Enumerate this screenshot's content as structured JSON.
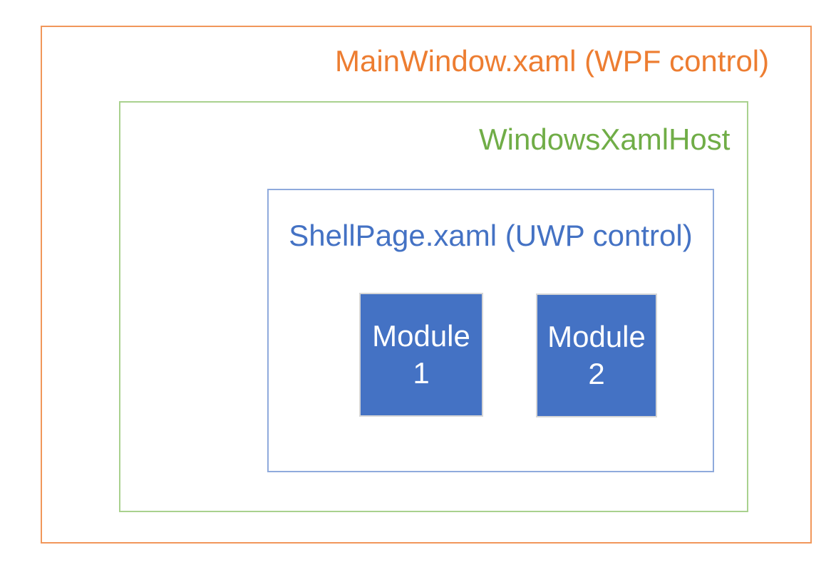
{
  "diagram": {
    "outer": {
      "label": "MainWindow.xaml (WPF control)",
      "text_color": "#ED7D31",
      "border_color": "#F1975A"
    },
    "middle": {
      "label": "WindowsXamlHost",
      "text_color": "#70AD47",
      "border_color": "#A9D18E"
    },
    "inner": {
      "label": "ShellPage.xaml (UWP control)",
      "text_color": "#4472C4",
      "border_color": "#8FAADC"
    },
    "modules": [
      {
        "line1": "Module",
        "line2": "1",
        "fill_color": "#4472C4",
        "border_color": "#D6D6D6",
        "text_color": "#FFFFFF"
      },
      {
        "line1": "Module",
        "line2": "2",
        "fill_color": "#4472C4",
        "border_color": "#D6D6D6",
        "text_color": "#FFFFFF"
      }
    ],
    "background_color": "#FFFFFF"
  }
}
